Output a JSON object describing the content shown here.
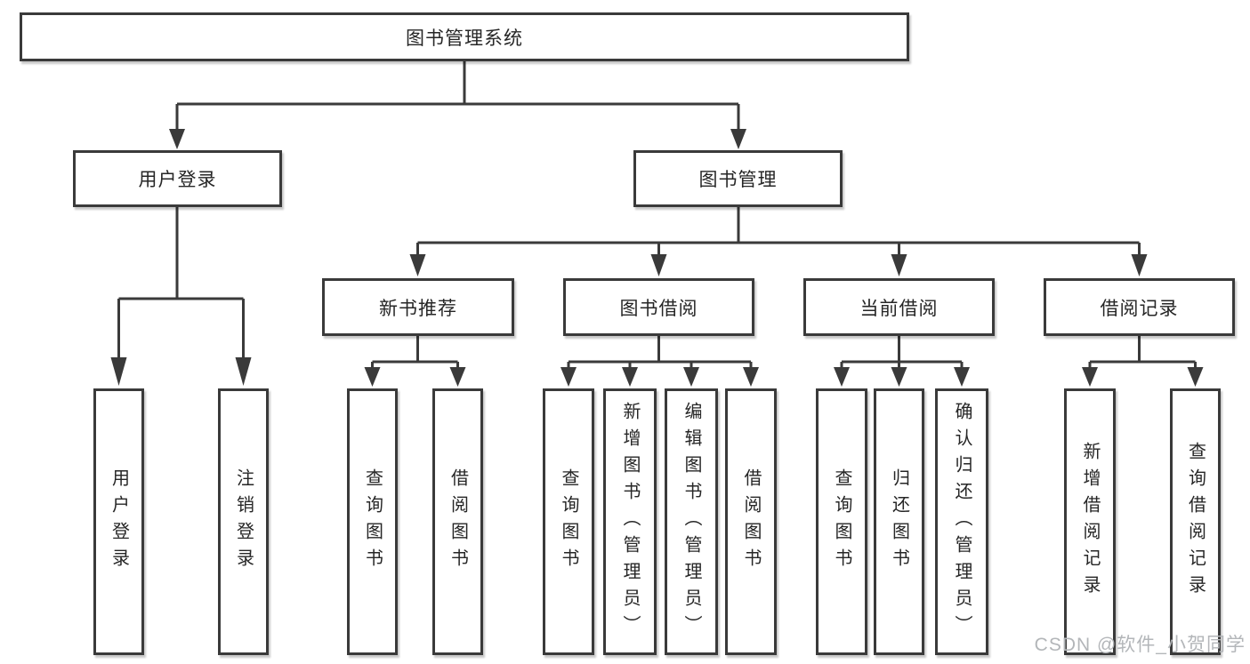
{
  "diagram": {
    "title": "图书管理系统",
    "level2": {
      "user_login": "用户登录",
      "book_mgmt": "图书管理"
    },
    "level3": {
      "new_books": "新书推荐",
      "borrowing": "图书借阅",
      "current": "当前借阅",
      "records": "借阅记录"
    },
    "leaves": {
      "login": "用户登录",
      "logout": "注销登录",
      "nb_query": "查询图书",
      "nb_borrow": "借阅图书",
      "bw_query": "查询图书",
      "bw_add": "新增图书（管理员）",
      "bw_edit": "编辑图书（管理员）",
      "bw_borrow": "借阅图书",
      "cu_query": "查询图书",
      "cu_return": "归还图书",
      "cu_confirm": "确认归还（管理员）",
      "rc_add": "新增借阅记录",
      "rc_query": "查询借阅记录"
    },
    "watermark": "CSDN @软件_小贺同学",
    "colors": {
      "line": "#3a3a3a",
      "text": "#262626",
      "watermark": "#b3b6b9",
      "background": "#ffffff"
    }
  }
}
